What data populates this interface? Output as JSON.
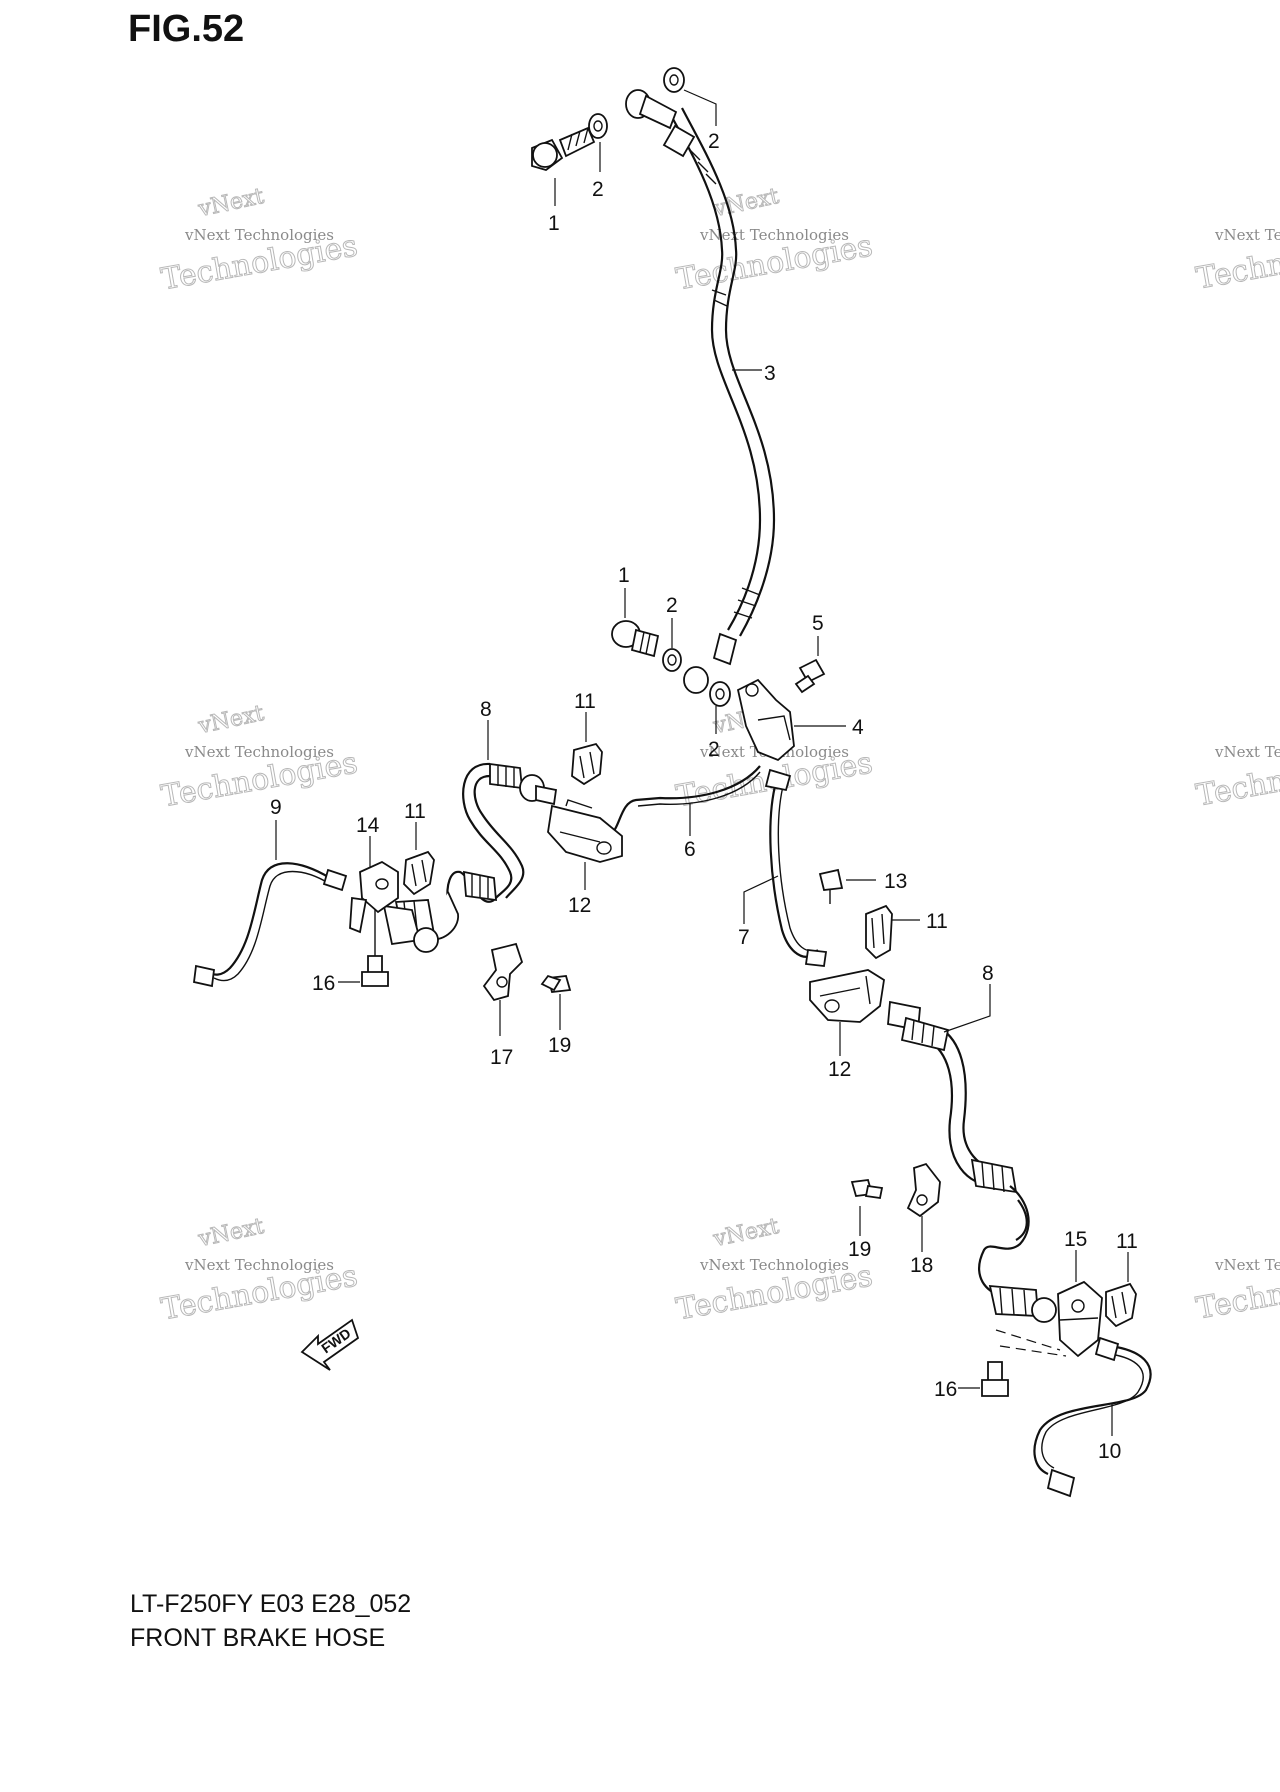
{
  "figure": {
    "title": "FIG.52",
    "model_code": "LT-F250FY E03 E28_052",
    "diagram_name": "FRONT BRAKE  HOSE"
  },
  "watermark": {
    "company": "vNext Technologies",
    "brand_top": "vNext",
    "brand_bottom": "Technologies"
  },
  "fwd_label": "FWD",
  "callouts": [
    {
      "id": "c1a",
      "label": "1"
    },
    {
      "id": "c2a",
      "label": "2"
    },
    {
      "id": "c2b",
      "label": "2"
    },
    {
      "id": "c3",
      "label": "3"
    },
    {
      "id": "c1b",
      "label": "1"
    },
    {
      "id": "c2c",
      "label": "2"
    },
    {
      "id": "c5",
      "label": "5"
    },
    {
      "id": "c4",
      "label": "4"
    },
    {
      "id": "c2d",
      "label": "2"
    },
    {
      "id": "c8a",
      "label": "8"
    },
    {
      "id": "c11a",
      "label": "11"
    },
    {
      "id": "c9",
      "label": "9"
    },
    {
      "id": "c14",
      "label": "14"
    },
    {
      "id": "c11b",
      "label": "11"
    },
    {
      "id": "c6",
      "label": "6"
    },
    {
      "id": "c12a",
      "label": "12"
    },
    {
      "id": "c13",
      "label": "13"
    },
    {
      "id": "c7",
      "label": "7"
    },
    {
      "id": "c11c",
      "label": "11"
    },
    {
      "id": "c16a",
      "label": "16"
    },
    {
      "id": "c17",
      "label": "17"
    },
    {
      "id": "c19a",
      "label": "19"
    },
    {
      "id": "c8b",
      "label": "8"
    },
    {
      "id": "c12b",
      "label": "12"
    },
    {
      "id": "c19b",
      "label": "19"
    },
    {
      "id": "c18",
      "label": "18"
    },
    {
      "id": "c15",
      "label": "15"
    },
    {
      "id": "c11d",
      "label": "11"
    },
    {
      "id": "c16b",
      "label": "16"
    },
    {
      "id": "c10",
      "label": "10"
    }
  ]
}
